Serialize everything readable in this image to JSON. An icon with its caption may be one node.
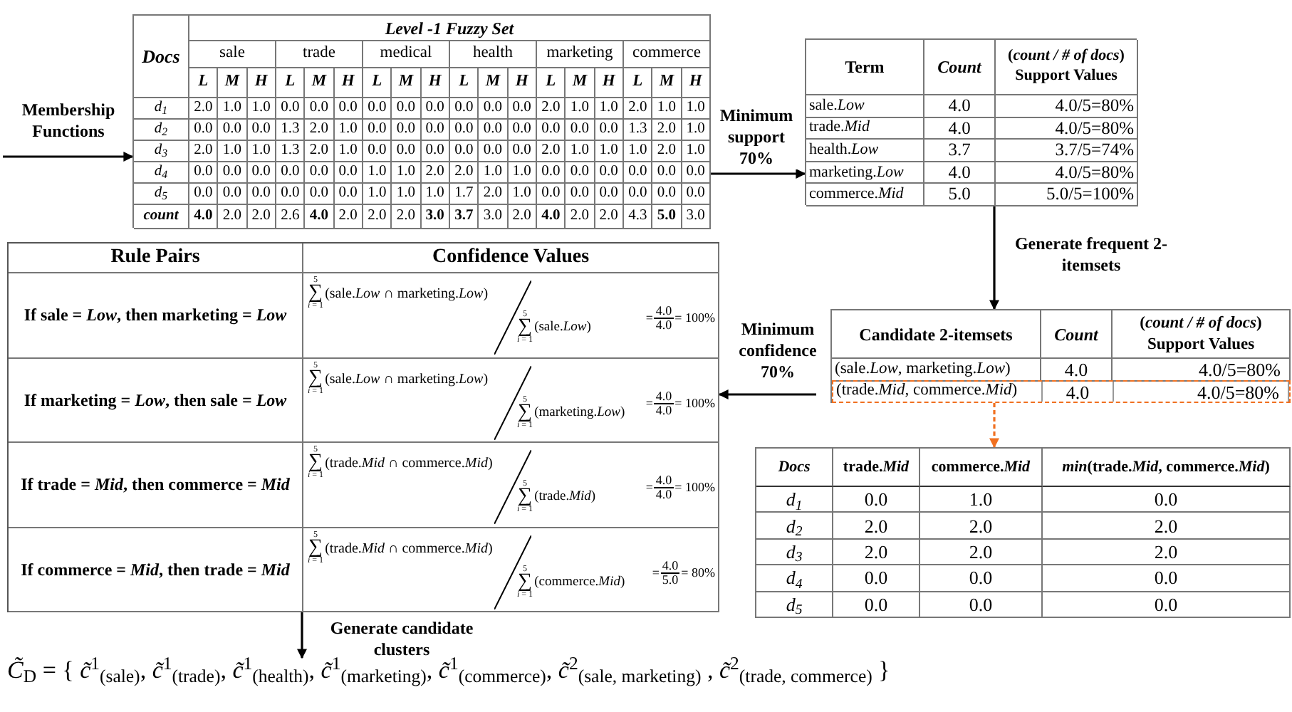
{
  "diagram": {
    "nodes": [
      {
        "text": [
          "Docs",
          "Level -1 Fuzzy Set",
          "sale",
          "trade",
          "medical",
          "health",
          "marketing",
          "commerce",
          "L",
          "M",
          "H",
          "L",
          "M",
          "H",
          "L",
          "M",
          "H",
          "L",
          "M",
          "H",
          "L",
          "M",
          "H",
          "L",
          "M",
          "H",
          "*d*$_{1}$",
          "2.0",
          "1.0",
          "1.0",
          "0.0",
          "0.0",
          "0.0",
          "0.0",
          "0.0",
          "0.0",
          "0.0",
          "0.0",
          "0.0",
          "2.0",
          "1.0",
          "1.0",
          "2.0",
          "1.0",
          "1.0",
          "*d*$_{2}$",
          "0.0",
          "0.0",
          "0.0",
          "1.3",
          "2.0",
          "1.0",
          "0.0",
          "0.0",
          "0.0",
          "0.0",
          "0.0",
          "0.0",
          "0.0",
          "0.0",
          "0.0",
          "1.3",
          "2.0",
          "1.0",
          "*d*$_{3}$",
          "2.0",
          "1.0",
          "1.0",
          "1.3",
          "2.0",
          "1.0",
          "0.0",
          "0.0",
          "0.0",
          "0.0",
          "0.0",
          "0.0",
          "2.0",
          "1.0",
          "1.0",
          "1.0",
          "2.0",
          "1.0",
          "*d*$_{4}$",
          "0.0",
          "0.0",
          "0.0",
          "0.0",
          "0.0",
          "0.0",
          "1.0",
          "1.0",
          "2.0",
          "2.0",
          "1.0",
          "1.0",
          "0.0",
          "0.0",
          "0.0",
          "0.0",
          "0.0",
          "0.0",
          "*d*$_{5}$",
          "0.0",
          "0.0",
          "0.0",
          "0.0",
          "0.0",
          "0.0",
          "1.0",
          "1.0",
          "1.0",
          "1.7",
          "2.0",
          "1.0",
          "0.0",
          "0.0",
          "0.0",
          "0.0",
          "0.0",
          "0.0",
          "count",
          "4.0",
          "2.0",
          "2.0",
          "2.6",
          "4.0",
          "2.0",
          "2.0",
          "2.0",
          "3.0",
          "3.7",
          "3.0",
          "2.0",
          "4.0",
          "2.0",
          "2.0",
          "4.3",
          "5.0",
          "3.0"
        ]
      },
      {
        "text": [
          "Term",
          "Count",
          "(*count / # of docs*) Support Values",
          "sale.*Low*",
          "4.0",
          "4.0/5=80%",
          "trade.*Mid*",
          "4.0",
          "4.0/5=80%",
          "health.*Low*",
          "3.7",
          "3.7/5=74%",
          "marketing.*Low*",
          "4.0",
          "4.0/5=80%",
          "commerce.*Mid*",
          "5.0",
          "5.0/5=100%"
        ]
      },
      {
        "text": [
          "Rule Pairs",
          "Confidence Values",
          "If sale = *Low*, then marketing = *Low*",
          "5",
          "∑",
          "*i* = 1",
          "(sale.*Low* ∩ marketing.*Low*)",
          "5",
          "∑",
          "*i* = 1",
          "(sale.*Low*)",
          "=",
          "4.0",
          "4.0",
          "= 100%",
          "If marketing = *Low*, then sale = *Low*",
          "5",
          "∑",
          "*i* = 1",
          "(sale.*Low* ∩ marketing.*Low*)",
          "5",
          "∑",
          "*i* = 1",
          "(marketing.*Low*)",
          "=",
          "4.0",
          "4.0",
          "= 100%",
          "If trade = *Mid*, then commerce = *Mid*",
          "5",
          "∑",
          "*i* = 1",
          "(trade.*Mid* ∩ commerce.*Mid*)",
          "5",
          "∑",
          "*i* = 1",
          "(trade.*Mid*)",
          "=",
          "4.0",
          "4.0",
          "= 100%",
          "If commerce = *Mid*, then trade = *Mid*",
          "5",
          "∑",
          "*i* = 1",
          "(trade.*Mid* ∩ commerce.*Mid*)",
          "5",
          "∑",
          "*i* = 1",
          "(commerce.*Mid*)",
          "=",
          "4.0",
          "5.0",
          "= 80%"
        ]
      },
      {
        "text": [
          "Candidate 2-itemsets",
          "Count",
          "(*count / # of docs*) Support Values",
          "(sale.*Low*, marketing.*Low*)",
          "4.0",
          "4.0/5=80%"
        ]
      },
      {
        "text": [
          "(trade.*Mid*, commerce.*Mid*)",
          "4.0",
          "4.0/5=80%"
        ],
        "in": 3
      },
      {
        "text": [
          "Docs",
          "trade.*Mid*",
          "commerce.*Mid*",
          "*min*(trade.*Mid*, commerce.*Mid*)",
          "*d*$_{1}$",
          "0.0",
          "1.0",
          "0.0",
          "*d*$_{2}$",
          "2.0",
          "2.0",
          "2.0",
          "*d*$_{3}$",
          "2.0",
          "2.0",
          "2.0",
          "*d*$_{4}$",
          "0.0",
          "0.0",
          "0.0",
          "*d*$_{5}$",
          "0.0",
          "0.0",
          "0.0"
        ]
      },
      {
        "text": [
          "*C̃*$_{D}$ = { *c̃*$^{1}$$_{(sale)}$, *c̃*$^{1}$$_{(trade)}$, *c̃*$^{1}$$_{(health)}$, *c̃*$^{1}$$_{(marketing)}$, *c̃*$^{1}$$_{(commerce)}$, *c̃*$^{2}$$_{(sale, marketing)}$ , *c̃*$^{2}$$_{(trade, commerce)}$ }"
        ]
      }
    ],
    "edges": [
      {
        "from": null,
        "to": 0,
        "arrow": "to",
        "label": "Membership Functions"
      },
      {
        "from": 0,
        "to": 1,
        "arrow": "to",
        "label": "Minimum support 70%"
      },
      {
        "from": 1,
        "to": 3,
        "arrow": "to",
        "label": "Generate frequent 2-itemsets"
      },
      {
        "from": 3,
        "to": 2,
        "arrow": "to",
        "label": "Minimum confidence 70%"
      },
      {
        "from": 4,
        "to": 5,
        "arrow": "to",
        "style": "dashed",
        "color": "#f07020"
      },
      {
        "from": 2,
        "to": 6,
        "arrow": "to",
        "label": "Generate candidate clusters"
      }
    ]
  }
}
